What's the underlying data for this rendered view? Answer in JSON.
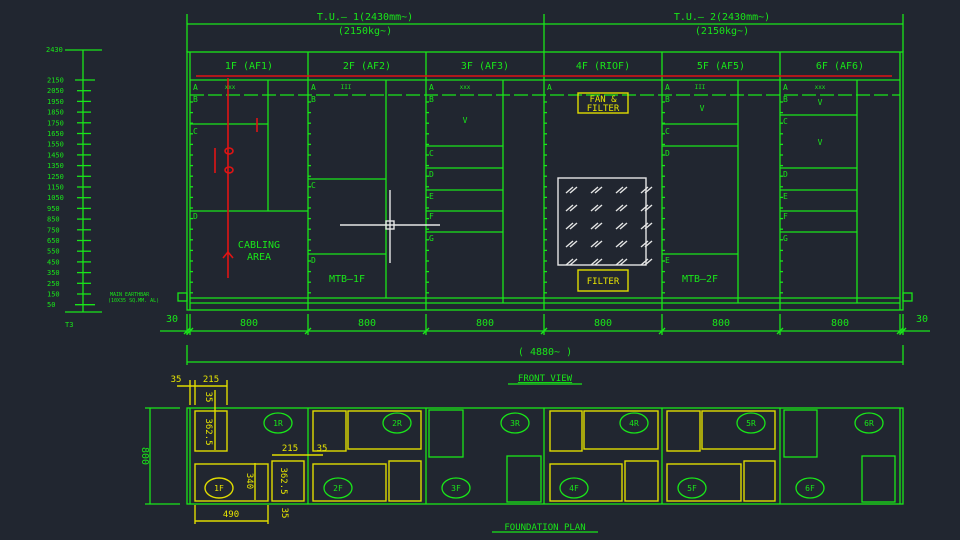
{
  "top_dims": {
    "tu1": "T.U.— 1(2430mm~)",
    "tu1_weight": "(2150kg~)",
    "tu2": "T.U.— 2(2430mm~)",
    "tu2_weight": "(2150kg~)"
  },
  "sections": [
    "1F (AF1)",
    "2F (AF2)",
    "3F (AF3)",
    "4F (RIOF)",
    "5F (AF5)",
    "6F (AF6)"
  ],
  "scale": {
    "top": "2430",
    "labels": [
      "2150",
      "2050",
      "1950",
      "1850",
      "1750",
      "1650",
      "1550",
      "1450",
      "1350",
      "1250",
      "1150",
      "1050",
      "950",
      "850",
      "750",
      "650",
      "550",
      "450",
      "350",
      "250",
      "150",
      "50"
    ],
    "bottom": "T3"
  },
  "earthbar": {
    "line1": "MAIN EARTHBAR",
    "line2": "(10X35 SQ.MM. AL)"
  },
  "compartments": {
    "letters": [
      "A",
      "B",
      "C",
      "D",
      "E",
      "F",
      "G"
    ],
    "marks": [
      "xxx",
      "III",
      "xxx",
      "III",
      "xxx"
    ],
    "v": "V",
    "cabling": [
      "CABLING",
      "AREA"
    ],
    "mtb1": "MTB—1F",
    "mtb2": "MTB—2F",
    "fan_filter": [
      "FAN &",
      "FILTER"
    ],
    "filter": "FILTER"
  },
  "bottom_dims": {
    "side": "30",
    "widths": [
      "800",
      "800",
      "800",
      "800",
      "800",
      "800"
    ],
    "total": "( 4880~ )"
  },
  "front_view_title": "FRONT VIEW",
  "foundation": {
    "depth": "800",
    "rear_labels": [
      "1R",
      "2R",
      "3R",
      "4R",
      "5R",
      "6R"
    ],
    "front_labels": [
      "1F",
      "2F",
      "3F",
      "4F",
      "5F",
      "6F"
    ],
    "dims": {
      "d35a": "35",
      "d215a": "215",
      "d35b": "35",
      "d3625a": "362.5",
      "d215b": "215",
      "d35c": "35",
      "d340": "340",
      "d3625b": "362.5",
      "d35d": "35",
      "d490": "490"
    },
    "title": "FOUNDATION PLAN"
  },
  "colors": {
    "background": "#212630",
    "line": "#19e619",
    "dimension": "#e0dc00",
    "wiring": "#e01414"
  }
}
